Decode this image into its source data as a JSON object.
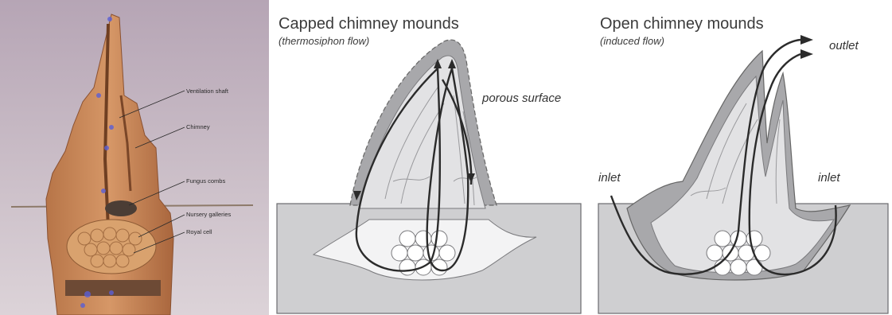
{
  "photo_callouts": [
    {
      "id": "ventilation-shaft",
      "text": "Ventilation shaft"
    },
    {
      "id": "chimney",
      "text": "Chimney"
    },
    {
      "id": "fungus-combs",
      "text": "Fungus combs"
    },
    {
      "id": "nursery-galleries",
      "text": "Nursery galleries"
    },
    {
      "id": "royal-cell",
      "text": "Royal cell"
    }
  ],
  "capped": {
    "title": "Capped chimney mounds",
    "subtitle": "(thermosiphon flow)",
    "surface_label": "porous surface"
  },
  "open": {
    "title": "Open chimney mounds",
    "subtitle": "(induced flow)",
    "outlet_label": "outlet",
    "inlet_left_label": "inlet",
    "inlet_right_label": "inlet"
  },
  "colors": {
    "photo_bg_top": "#b9a8b7",
    "photo_bg_bottom": "#d9d0d6",
    "mound_clay": "#c9875a",
    "ground_gray": "#cfcfd1",
    "mound_outer": "#a8a8ab",
    "mound_inner": "#e2e2e4",
    "flow_line": "#2b2b2b"
  }
}
